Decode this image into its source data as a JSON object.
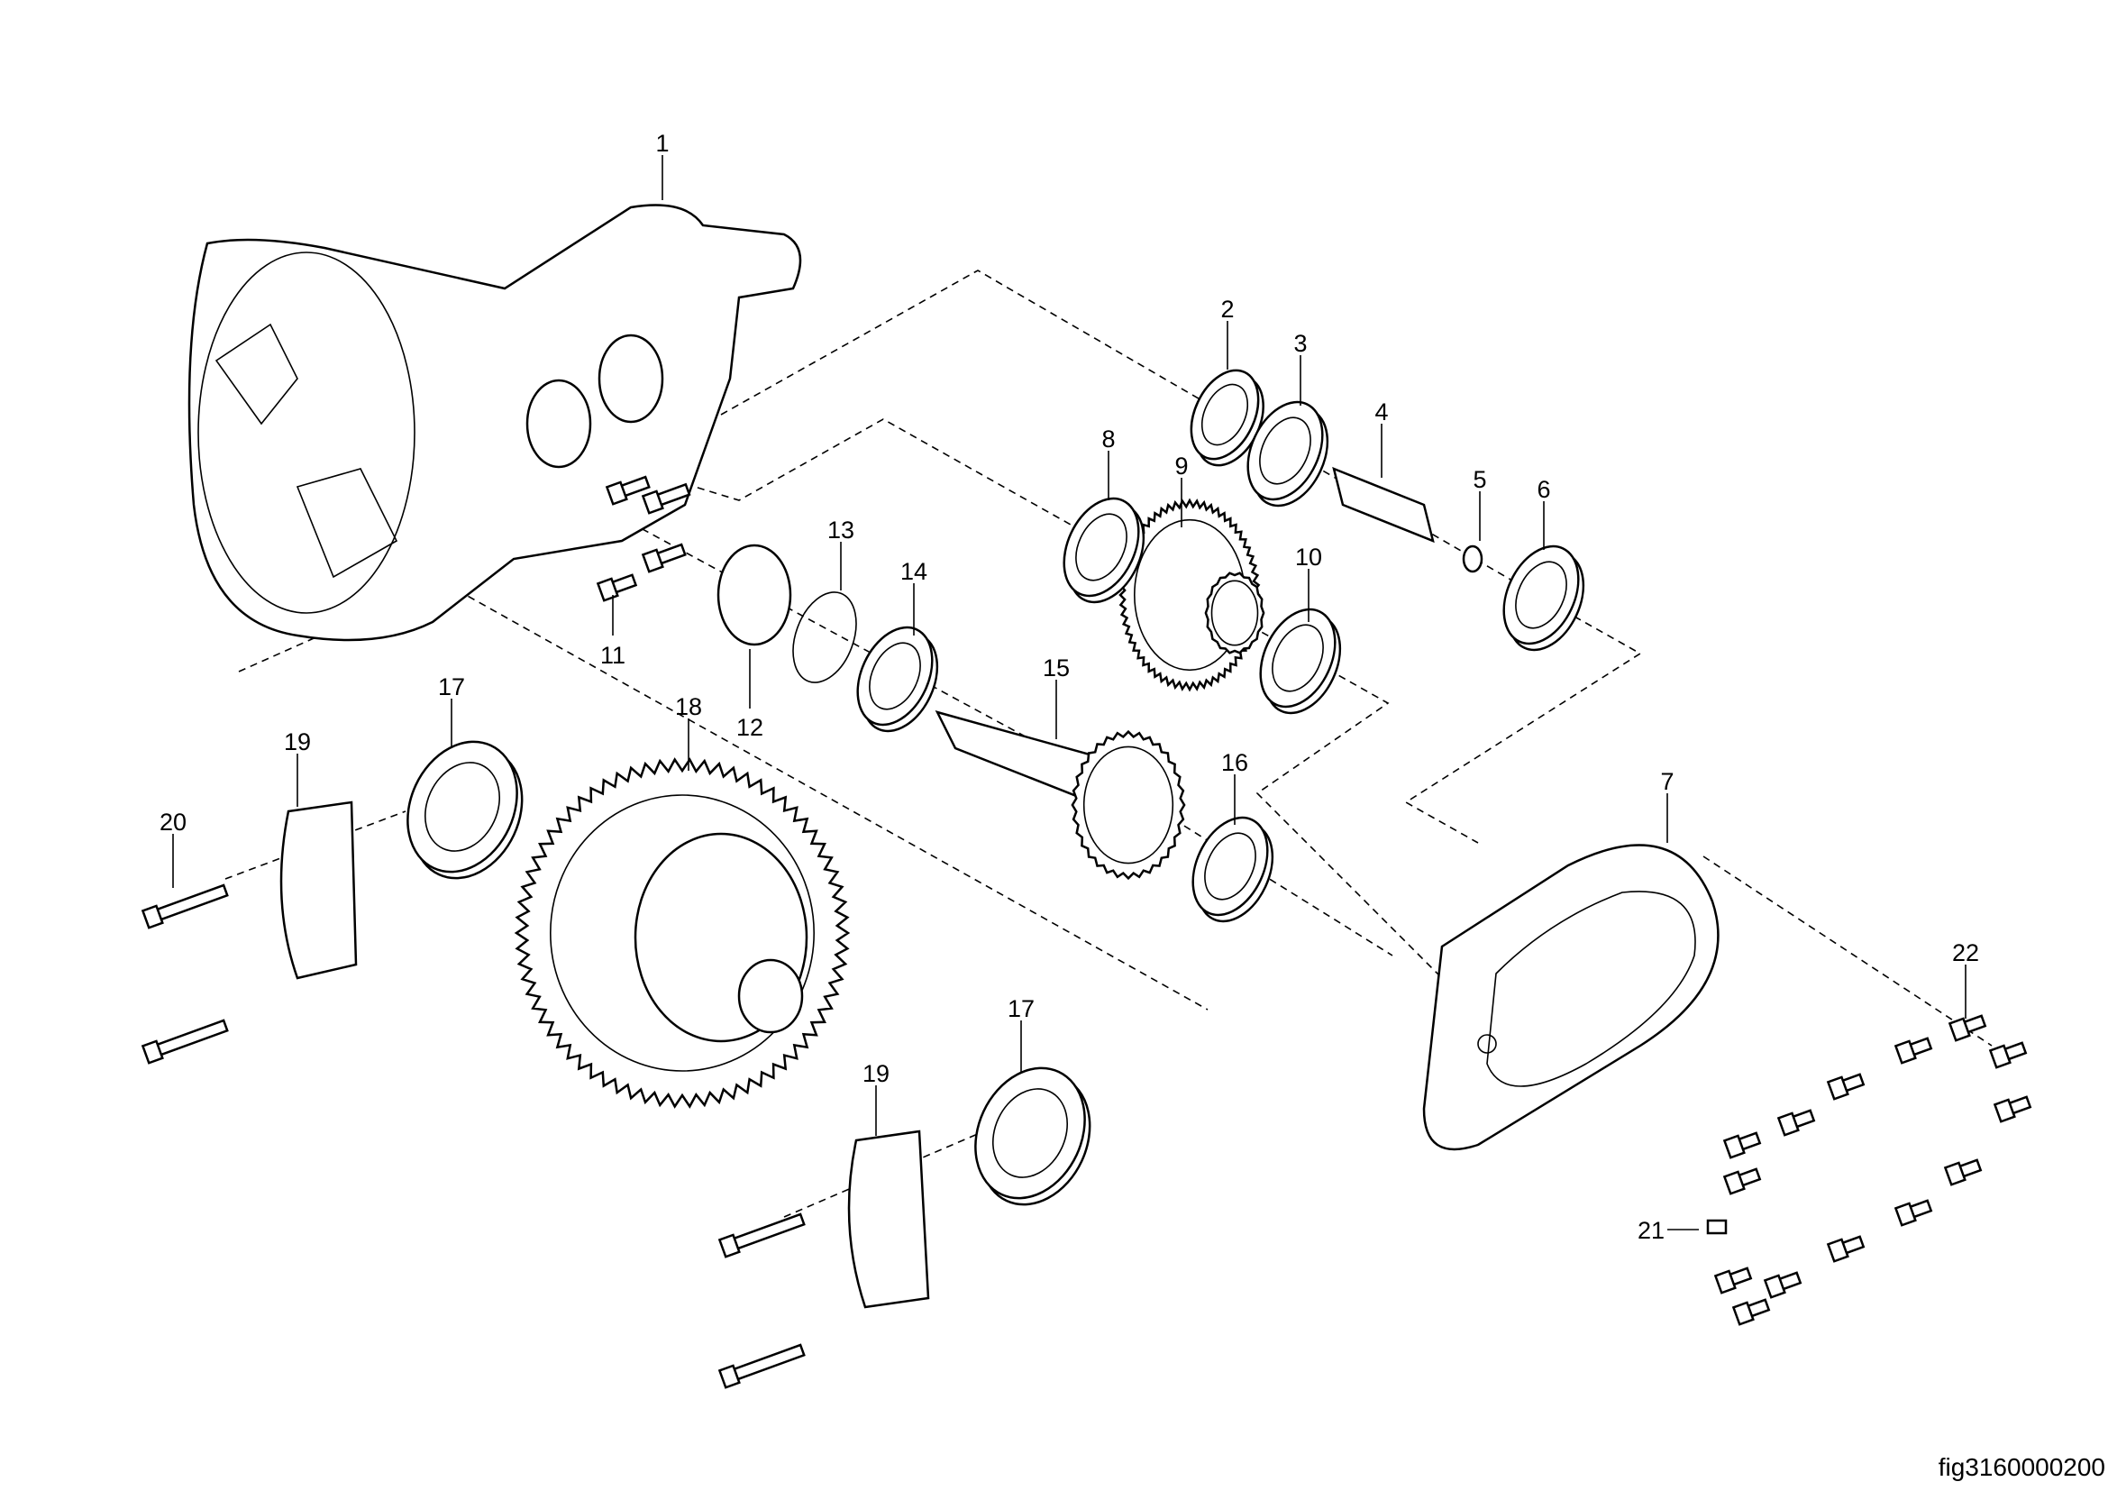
{
  "figure_id": "fig3160000200",
  "callouts": {
    "c1": "1",
    "c2": "2",
    "c3": "3",
    "c4": "4",
    "c5": "5",
    "c6": "6",
    "c7": "7",
    "c8": "8",
    "c9": "9",
    "c10": "10",
    "c11": "11",
    "c12": "12",
    "c13": "13",
    "c14": "14",
    "c15": "15",
    "c16": "16",
    "c17a": "17",
    "c17b": "17",
    "c18": "18",
    "c19a": "19",
    "c19b": "19",
    "c20": "20",
    "c21": "21",
    "c22": "22"
  }
}
